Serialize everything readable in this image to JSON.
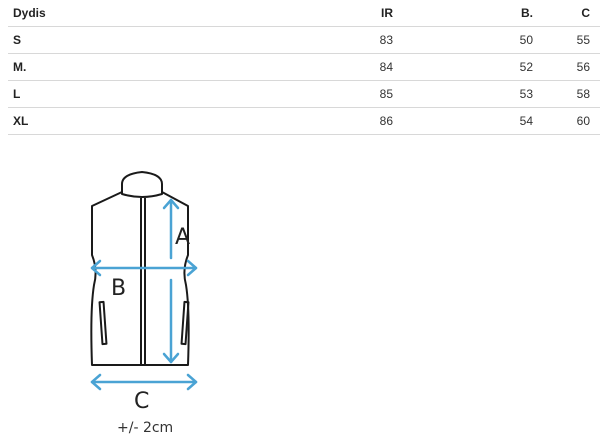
{
  "table": {
    "headers": [
      "Dydis",
      "IR",
      "B.",
      "C"
    ],
    "rows": [
      {
        "size": "S",
        "ir": "83",
        "b": "50",
        "c": "55"
      },
      {
        "size": "M.",
        "ir": "84",
        "b": "52",
        "c": "56"
      },
      {
        "size": "L",
        "ir": "85",
        "b": "53",
        "c": "58"
      },
      {
        "size": "XL",
        "ir": "86",
        "b": "54",
        "c": "60"
      }
    ]
  },
  "diagram": {
    "label_a": "A",
    "label_b": "B",
    "label_c": "C",
    "tolerance": "+/- 2cm",
    "arrow_color": "#4aa3d4",
    "outline_color": "#1a1a1a"
  }
}
